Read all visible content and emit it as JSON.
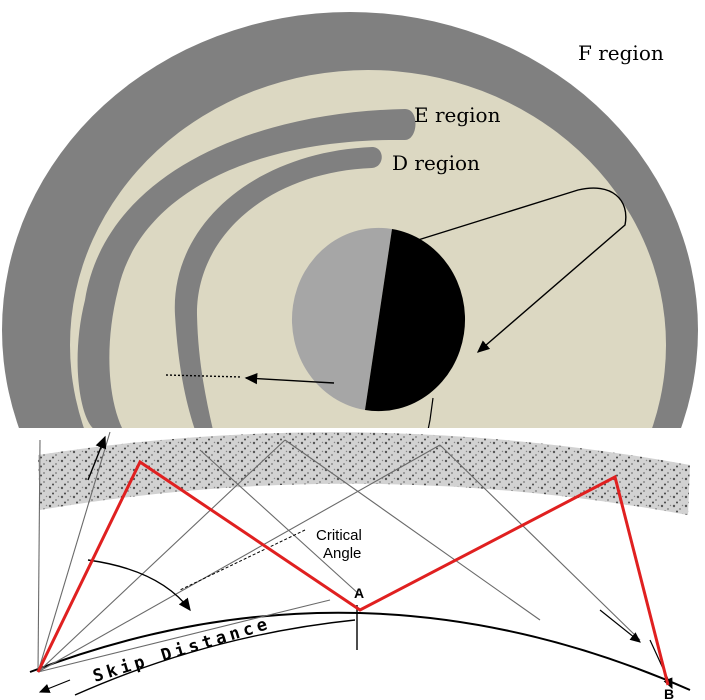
{
  "colors": {
    "sky": "#dcd8c2",
    "layer": "#808080",
    "earth_day": "#a6a6a6",
    "earth_night": "#000000",
    "ray": "#e02020",
    "speckle": "#cfcfcf"
  },
  "top_panel": {
    "labels": {
      "f_region": "F region",
      "e_region": "E region",
      "d_region": "D region"
    }
  },
  "bottom_panel": {
    "labels": {
      "critical_angle_line1": "Critical",
      "critical_angle_line2": "Angle",
      "skip_distance": "Skip Distance",
      "point_a": "A",
      "point_b": "B"
    }
  }
}
